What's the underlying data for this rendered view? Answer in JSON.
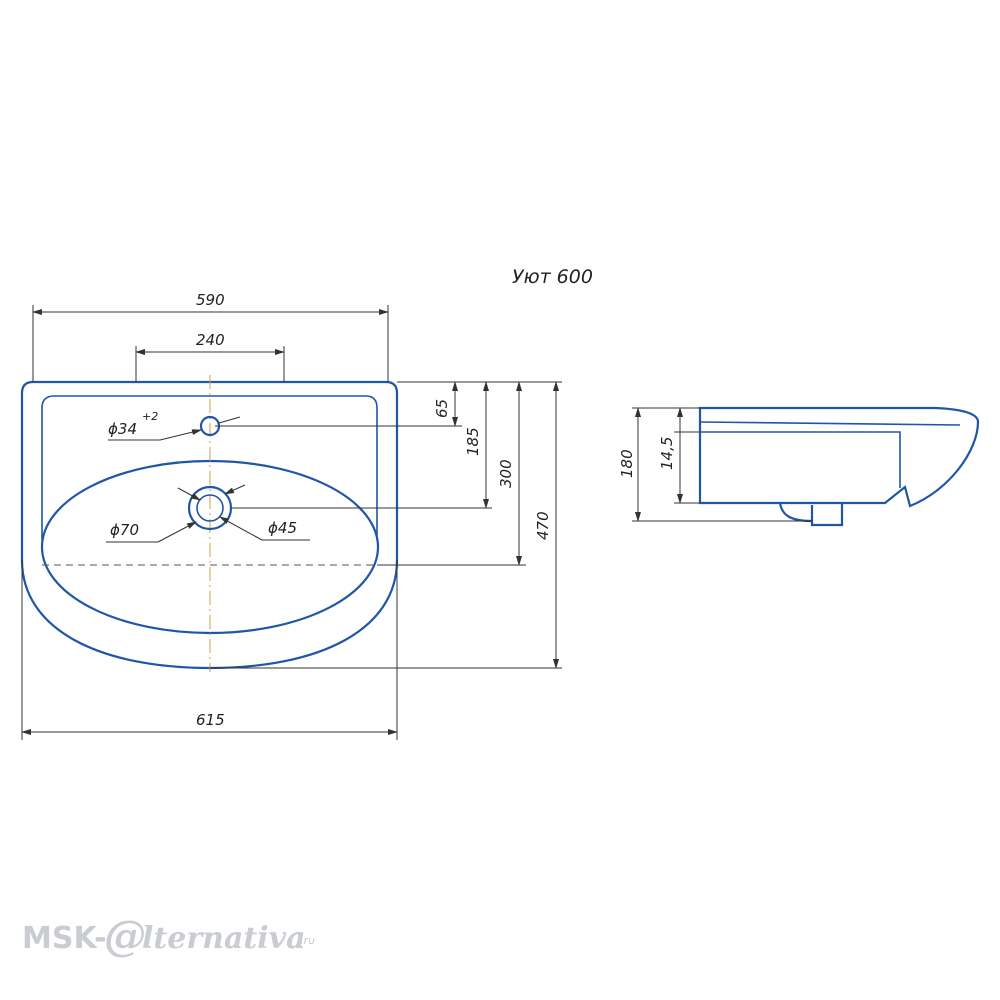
{
  "title": "Уют 600",
  "dimensions": {
    "width_top": "590",
    "hole_spacing": "240",
    "hole_offset": "65",
    "drain_offset": "185",
    "bowl_depth": "300",
    "total_depth": "470",
    "total_width": "615",
    "side_height": "180",
    "side_inner": "14,5"
  },
  "callouts": {
    "tap_hole_main": "ϕ34",
    "tap_hole_tol": "+2",
    "drain_outer": "ϕ70",
    "drain_inner": "ϕ45"
  },
  "watermark": {
    "prefix": "MSK-",
    "at": "@",
    "suffix": "lternativa",
    "domain": ".ru"
  },
  "colors": {
    "outline": "#1f56a8",
    "dimension": "#333333",
    "watermark": "#c9ccd0"
  }
}
